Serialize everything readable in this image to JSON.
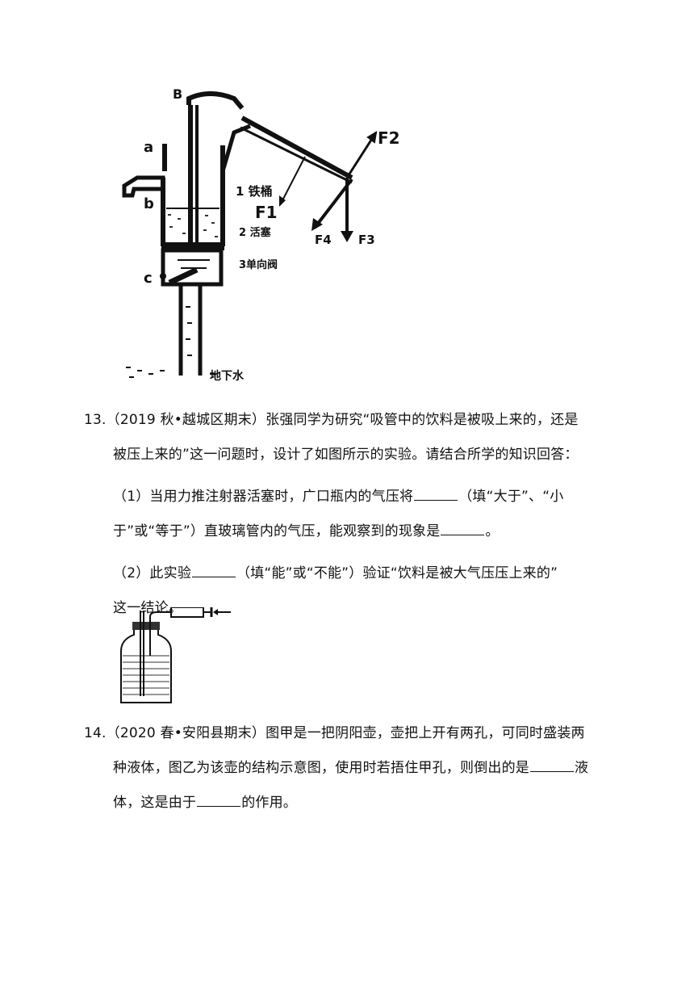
{
  "figure_pump": {
    "labels": {
      "a": "a",
      "b": "b",
      "B": "B",
      "c": "c",
      "F1": "F1",
      "F2": "F2",
      "F3": "F3",
      "F4": "F4",
      "bucket": "1 铁桶",
      "piston": "2 活塞",
      "valve": "3单向阀",
      "groundwater": "地下水"
    }
  },
  "q13": {
    "line1": "13.（2019 秋•越城区期末）张强同学为研究“吸管中的饮料是被吸上来的，还是",
    "line2": "被压上来的”这一问题时，设计了如图所示的实验。请结合所学的知识回答：",
    "p1_a": "（1）当用力推注射器活塞时，广口瓶内的气压将",
    "p1_b": "（填“大于”、“小",
    "p1_c": "于”或“等于”）直玻璃管内的气压，能观察到的现象是",
    "p1_d": "。",
    "p2_a": "（2）此实验",
    "p2_b": "（填“能”或“不能”）验证“饮料是被大气压压上来的”",
    "p2_c": "这一结论。"
  },
  "q14": {
    "line1_a": "14.（2020 春•安阳县期末）图甲是一把阴阳壶，壶把上开有两孔，可同时盛装两",
    "line2_a": "种液体，图乙为该壶的结构示意图，使用时若捂住甲孔，则倒出的是",
    "line2_b": "液",
    "line3_a": "体，这是由于",
    "line3_b": "的作用。"
  }
}
